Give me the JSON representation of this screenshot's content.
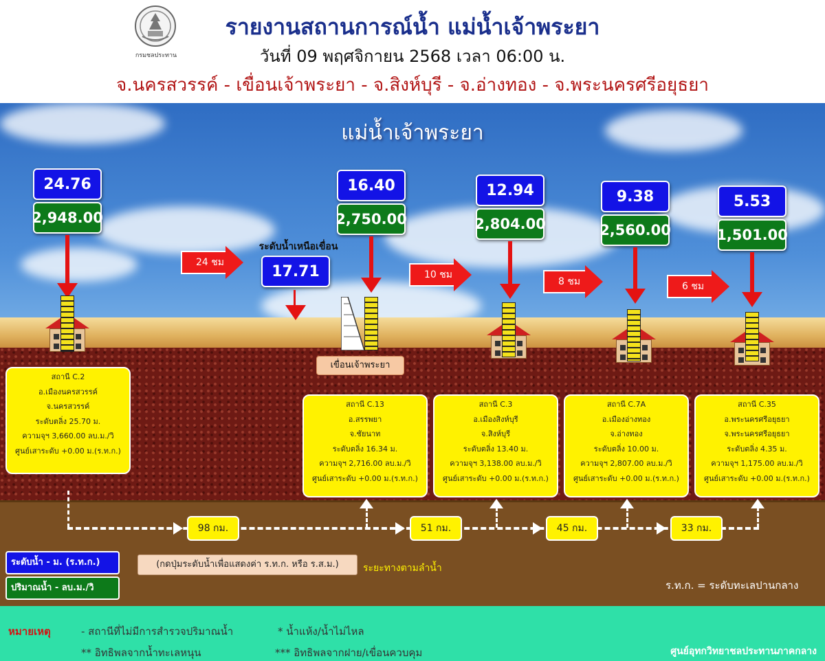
{
  "header": {
    "logo_caption": "กรมชลประทาน",
    "title": "รายงานสถานการณ์น้ำ แม่น้ำเจ้าพระยา",
    "subtitle": "วันที่ 09 พฤศจิกายน 2568 เวลา 06:00 น.",
    "provinces": "จ.นครสวรรค์ - เขื่อนเจ้าพระยา - จ.สิงห์บุรี - จ.อ่างทอง - จ.พระนครศรีอยุธยา"
  },
  "river_title": "แม่น้ำเจ้าพระยา",
  "stations": [
    {
      "level": "24.76",
      "flow": "2,948.00",
      "card": [
        "สถานี C.2",
        "อ.เมืองนครสวรรค์",
        "จ.นครสวรรค์",
        "ระดับตลิ่ง 25.70 ม.",
        "ความจุฯ 3,660.00 ลบ.ม./วิ",
        "ศูนย์เสาระดับ +0.00 ม.(ร.ท.ก.)"
      ]
    },
    {
      "level": "16.40",
      "flow": "2,750.00",
      "card": [
        "สถานี C.13",
        "อ.สรรพยา",
        "จ.ชัยนาท",
        "ระดับตลิ่ง 16.34 ม.",
        "ความจุฯ 2,716.00 ลบ.ม./วิ",
        "ศูนย์เสาระดับ +0.00 ม.(ร.ท.ก.)"
      ]
    },
    {
      "level": "12.94",
      "flow": "2,804.00",
      "card": [
        "สถานี C.3",
        "อ.เมืองสิงห์บุรี",
        "จ.สิงห์บุรี",
        "ระดับตลิ่ง 13.40 ม.",
        "ความจุฯ 3,138.00 ลบ.ม./วิ",
        "ศูนย์เสาระดับ +0.00 ม.(ร.ท.ก.)"
      ]
    },
    {
      "level": "9.38",
      "flow": "2,560.00",
      "card": [
        "สถานี C.7A",
        "อ.เมืองอ่างทอง",
        "จ.อ่างทอง",
        "ระดับตลิ่ง 10.00 ม.",
        "ความจุฯ 2,807.00 ลบ.ม./วิ",
        "ศูนย์เสาระดับ +0.00 ม.(ร.ท.ก.)"
      ]
    },
    {
      "level": "5.53",
      "flow": "1,501.00",
      "card": [
        "สถานี C.35",
        "อ.พระนครศรีอยุธยา",
        "จ.พระนครศรีอยุธยา",
        "ระดับตลิ่ง 4.35 ม.",
        "ความจุฯ 1,175.00 ลบ.ม./วิ",
        "ศูนย์เสาระดับ +0.00 ม.(ร.ท.ก.)"
      ]
    }
  ],
  "dam": {
    "caption": "ระดับน้ำเหนือเขื่อน",
    "level": "17.71",
    "label": "เขื่อนเจ้าพระยา"
  },
  "travel_times": [
    "24 ชม",
    "10 ชม",
    "8 ชม",
    "6 ชม"
  ],
  "distances": [
    "98 กม.",
    "51 กม.",
    "45 กม.",
    "33 กม."
  ],
  "legend": {
    "level": "ระดับน้ำ - ม. (ร.ท.ก.)",
    "flow": "ปริมาณน้ำ - ลบ.ม./วิ",
    "hint": "(กดปุ่มระดับน้ำเพื่อแสดงค่า ร.ท.ก. หรือ ร.ส.ม.)",
    "distance": "ระยะทางตามลำน้ำ",
    "msl_note": "ร.ท.ก. = ระดับทะเลปานกลาง"
  },
  "footer": {
    "note_label": "หมายเหตุ",
    "notes": [
      "-  สถานีที่ไม่มีการสำรวจปริมาณน้ำ",
      "*  น้ำแห้ง/น้ำไม่ไหล",
      "** อิทธิพลจากน้ำทะเลหนุน",
      "*** อิทธิพลจากฝาย/เขื่อนควบคุม"
    ],
    "center": "ศูนย์อุทกวิทยาชลประทานภาคกลาง"
  },
  "colors": {
    "level_box": "#1313e6",
    "flow_box": "#0d7a1a",
    "card": "#fff200",
    "footer": "#2fe0a8",
    "arrow": "#e41212"
  }
}
